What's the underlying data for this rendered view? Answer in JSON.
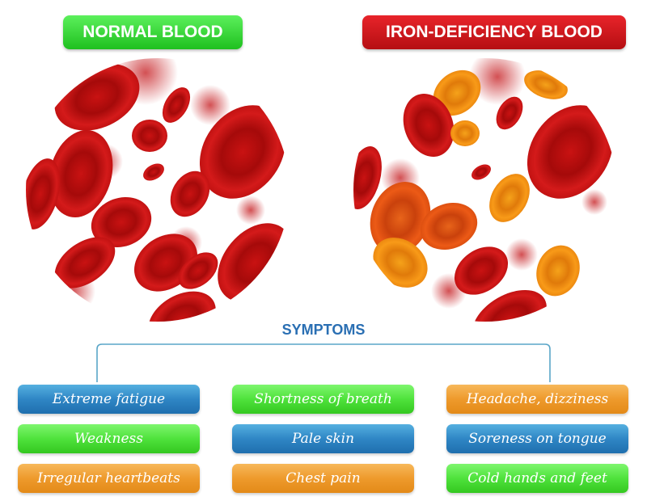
{
  "titles": {
    "normal": "NORMAL BLOOD",
    "iron_deficiency": "IRON-DEFICIENCY BLOOD"
  },
  "symptoms_heading": "SYMPTOMS",
  "symptoms": [
    {
      "label": "Extreme fatigue",
      "color": "blue"
    },
    {
      "label": "Shortness of breath",
      "color": "green"
    },
    {
      "label": "Headache, dizziness",
      "color": "orange"
    },
    {
      "label": "Weakness",
      "color": "green"
    },
    {
      "label": "Pale skin",
      "color": "blue"
    },
    {
      "label": "Soreness on tongue",
      "color": "blue"
    },
    {
      "label": "Irregular heartbeats",
      "color": "orange"
    },
    {
      "label": "Chest pain",
      "color": "orange"
    },
    {
      "label": "Cold hands and feet",
      "color": "green"
    }
  ],
  "colors": {
    "normal_title": "#22c322",
    "iron_title": "#c8121a",
    "heading": "#2a6fb3",
    "red_cell": "#c41414",
    "orange_cell": "#f08a10"
  }
}
